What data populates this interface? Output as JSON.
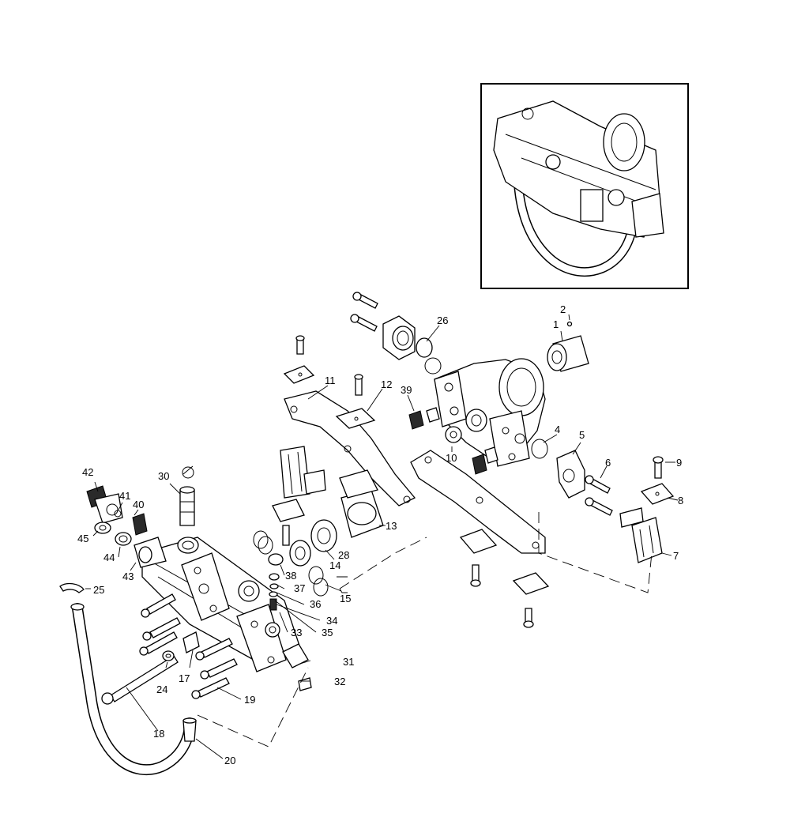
{
  "figure": {
    "inset_label": "",
    "callouts": [
      {
        "id": "c1",
        "text": "1"
      },
      {
        "id": "c2",
        "text": "2"
      },
      {
        "id": "c4",
        "text": "4"
      },
      {
        "id": "c5",
        "text": "5"
      },
      {
        "id": "c6",
        "text": "6"
      },
      {
        "id": "c7",
        "text": "7"
      },
      {
        "id": "c8",
        "text": "8"
      },
      {
        "id": "c9",
        "text": "9"
      },
      {
        "id": "c10",
        "text": "10"
      },
      {
        "id": "c11",
        "text": "11"
      },
      {
        "id": "c12",
        "text": "12"
      },
      {
        "id": "c13",
        "text": "13"
      },
      {
        "id": "c14",
        "text": "14"
      },
      {
        "id": "c15",
        "text": "15"
      },
      {
        "id": "c17",
        "text": "17"
      },
      {
        "id": "c18",
        "text": "18"
      },
      {
        "id": "c19",
        "text": "19"
      },
      {
        "id": "c20",
        "text": "20"
      },
      {
        "id": "c24",
        "text": "24"
      },
      {
        "id": "c25",
        "text": "25"
      },
      {
        "id": "c26",
        "text": "26"
      },
      {
        "id": "c28",
        "text": "28"
      },
      {
        "id": "c30",
        "text": "30"
      },
      {
        "id": "c31",
        "text": "31"
      },
      {
        "id": "c32",
        "text": "32"
      },
      {
        "id": "c33",
        "text": "33"
      },
      {
        "id": "c34",
        "text": "34"
      },
      {
        "id": "c35",
        "text": "35"
      },
      {
        "id": "c36",
        "text": "36"
      },
      {
        "id": "c37",
        "text": "37"
      },
      {
        "id": "c38",
        "text": "38"
      },
      {
        "id": "c39",
        "text": "39"
      },
      {
        "id": "c40",
        "text": "40"
      },
      {
        "id": "c41",
        "text": "41"
      },
      {
        "id": "c42",
        "text": "42"
      },
      {
        "id": "c43",
        "text": "43"
      },
      {
        "id": "c44",
        "text": "44"
      },
      {
        "id": "c45",
        "text": "45"
      }
    ]
  }
}
